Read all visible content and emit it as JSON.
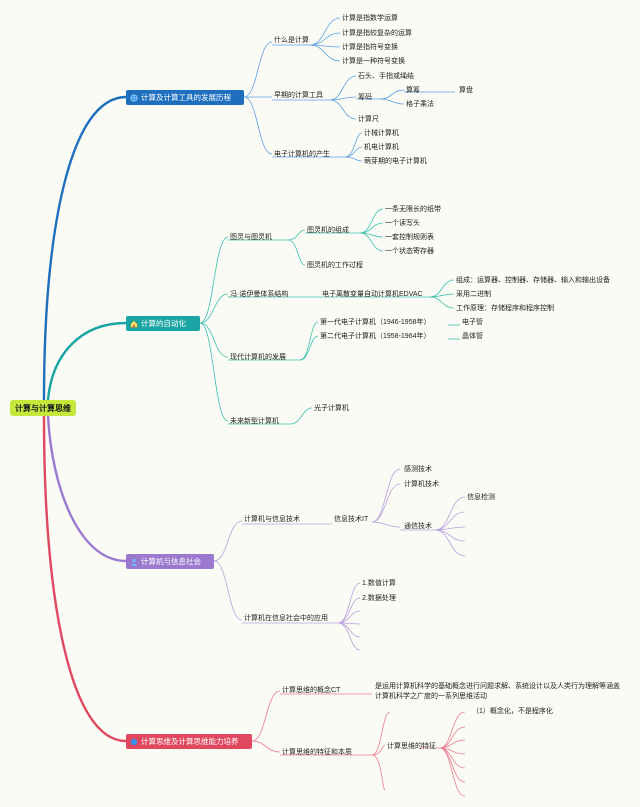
{
  "root": "计算与计算思维",
  "colors": {
    "blue": "#1f6fbf",
    "teal": "#1ba4a4",
    "purple": "#9a79cf",
    "red": "#e0485f",
    "root": "#c6e83a"
  },
  "branch1": {
    "title": "计算及计算工具的发展历程",
    "icon": "globe-icon",
    "what": "什么是计算",
    "what_items": [
      "计算是指数学运算",
      "计算是指较复杂的运算",
      "计算是指符号变换",
      "计算是一种符号变换"
    ],
    "early": "早期的计算工具",
    "early_stone": "石头、手指或绳结",
    "early_chou": "筹码",
    "early_suanchou": "算筹",
    "early_suanpan": "算盘",
    "early_gezi": "格子乘法",
    "early_ruler": "计算尺",
    "elec": "电子计算机的产生",
    "elec_items": [
      "计械计算机",
      "机电计算机",
      "萌芽期的电子计算机"
    ]
  },
  "branch2": {
    "title": "计算的自动化",
    "icon": "house-icon",
    "turing": "图灵与图灵机",
    "turing_comp": "图灵机的组成",
    "turing_items": [
      "一条无限长的纸带",
      "一个读写头",
      "一套控制规则表",
      "一个状态寄存器"
    ],
    "turing_proc": "图灵机的工作过程",
    "von": "冯·诺伊曼体系结构",
    "edvac": "电子离散变量自动计算机EDVAC",
    "edvac_items": [
      "组成：运算器、控制器、存储器、输入和输出设备",
      "采用二进制",
      "工作原理：存储程序和程序控制"
    ],
    "modern": "现代计算机的发展",
    "gen1": "第一代电子计算机（1946-1958年）",
    "gen1_tech": "电子管",
    "gen2": "第二代电子计算机（1958-1964年）",
    "gen2_tech": "晶体管",
    "future": "未来新型计算机",
    "optical": "光子计算机"
  },
  "branch3": {
    "title": "计算机与信息社会",
    "icon": "person-icon",
    "info_tech": "计算机与信息技术",
    "it": "信息技术IT",
    "sensor": "感测技术",
    "computer_tech": "计算机技术",
    "comm": "通信技术",
    "detect": "信息检测",
    "apps": "计算机在信息社会中的应用",
    "app_items": [
      "1.数值计算",
      "2.数据处理"
    ]
  },
  "branch4": {
    "title": "计算思维及计算思维能力培养",
    "icon": "circle-icon",
    "concept": "计算思维的概念CT",
    "concept_text": [
      "是运用计算机科学的基础概念进行问题求解、系统设计以及人类行为理解等涵盖",
      "计算机科学之广度的一系列思维活动"
    ],
    "features": "计算思维的特征和本质",
    "features_sub": "计算思维的特征",
    "feature_item": "（1）概念化，不是程序化"
  }
}
